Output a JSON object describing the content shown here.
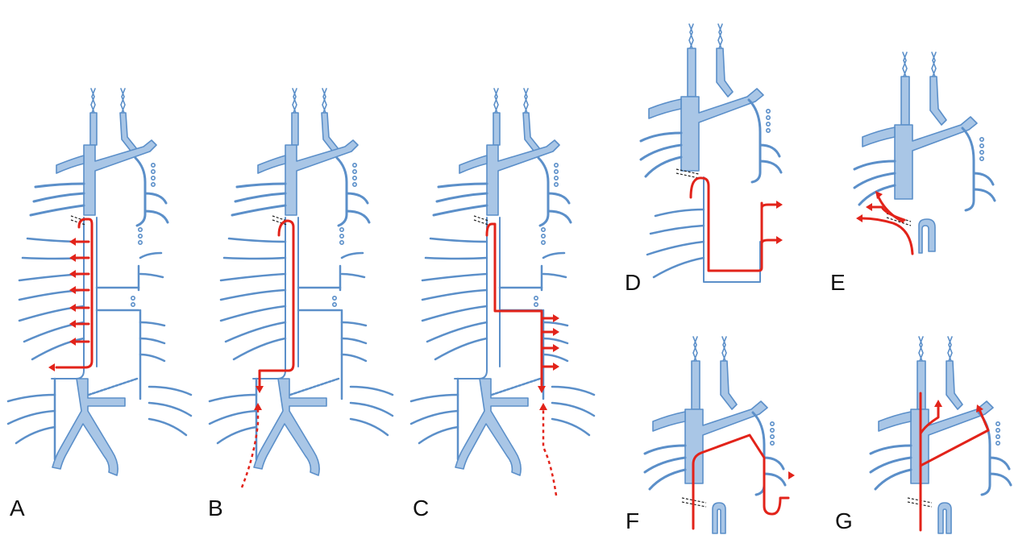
{
  "panels": [
    {
      "id": "A",
      "label": "A"
    },
    {
      "id": "B",
      "label": "B"
    },
    {
      "id": "C",
      "label": "C"
    },
    {
      "id": "D",
      "label": "D"
    },
    {
      "id": "E",
      "label": "E"
    },
    {
      "id": "F",
      "label": "F"
    },
    {
      "id": "G",
      "label": "G"
    }
  ],
  "colors": {
    "vessel_stroke": "#5b8fc9",
    "vessel_fill": "#a9c6e6",
    "flow": "#e2231a",
    "ligature": "#222222"
  }
}
